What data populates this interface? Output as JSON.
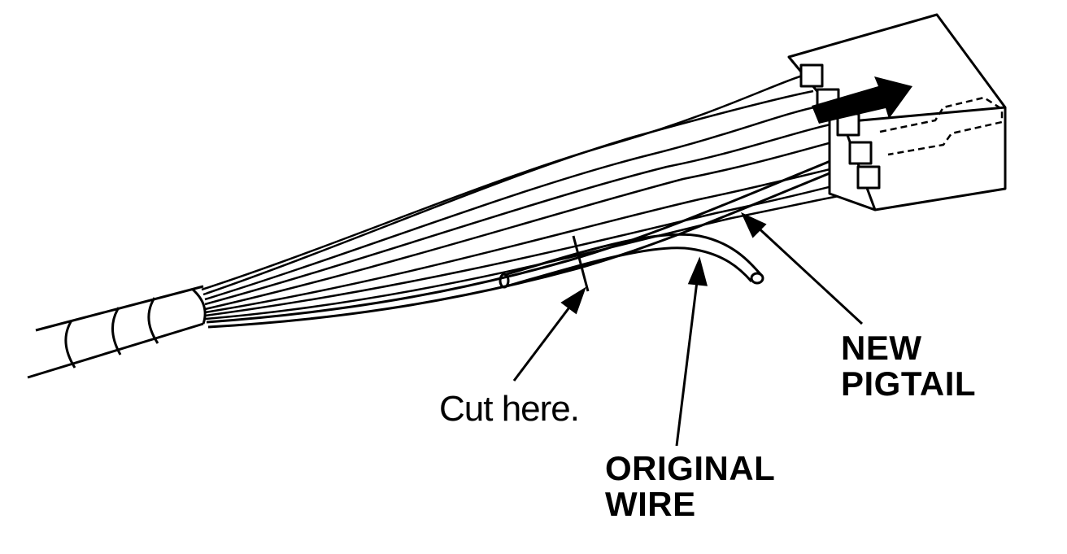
{
  "labels": {
    "cut_here": "Cut here.",
    "original_wire": [
      "ORIGINAL",
      "WIRE"
    ],
    "new_pigtail": [
      "NEW",
      "PIGTAIL"
    ]
  },
  "colors": {
    "ink": "#000000",
    "background": "#ffffff"
  }
}
